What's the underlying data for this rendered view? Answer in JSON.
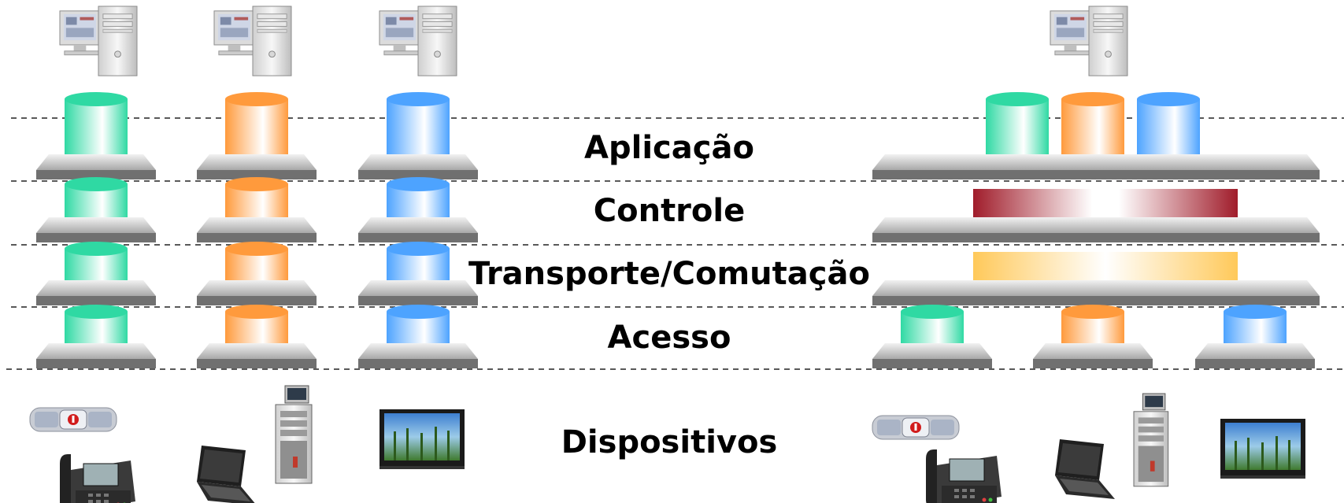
{
  "layers": {
    "aplicacao": "Aplicação",
    "controle": "Controle",
    "transporte": "Transporte/Comutação",
    "acesso": "Acesso",
    "dispositivos": "Dispositivos"
  },
  "colors": {
    "green": "#2fd9a3",
    "orange": "#ff9a3c",
    "blue": "#4da3ff",
    "control_band": "#a01c2a",
    "transport_band": "#ffc95a",
    "platform_top": "#bdbdbd",
    "platform_front": "#707070"
  },
  "icons": {
    "server": "desktop-computer-icon",
    "pda": "pda-phone-icon",
    "desk_phone": "ip-phone-icon",
    "laptop": "laptop-icon",
    "tower": "server-tower-icon",
    "tv": "flat-tv-icon"
  }
}
